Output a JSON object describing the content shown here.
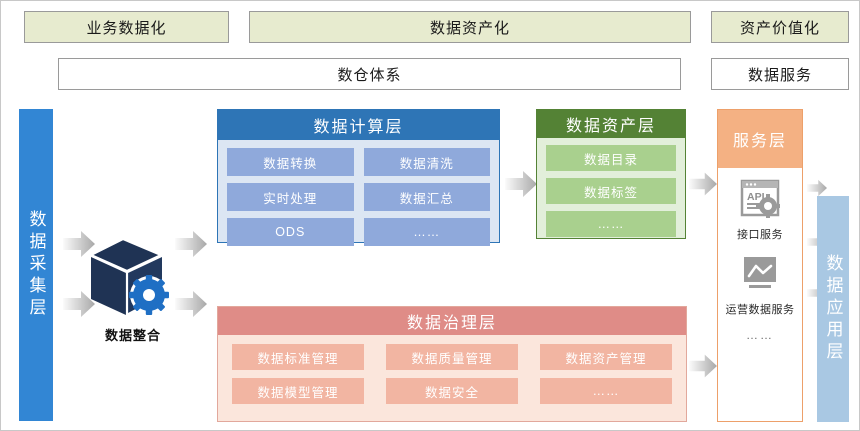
{
  "top_phases": [
    {
      "label": "业务数据化"
    },
    {
      "label": "数据资产化"
    },
    {
      "label": "资产价值化"
    }
  ],
  "second_row": [
    {
      "label": "数仓体系"
    },
    {
      "label": "数据服务"
    }
  ],
  "collect_column": {
    "label": "数据采集层"
  },
  "app_column": {
    "label": "数据应用层"
  },
  "integration": {
    "label": "数据整合",
    "icon": "cube-gear-icon"
  },
  "compute_layer": {
    "title": "数据计算层",
    "cells": [
      "数据转换",
      "数据清洗",
      "实时处理",
      "数据汇总",
      "ODS",
      "……"
    ]
  },
  "asset_layer": {
    "title": "数据资产层",
    "cells": [
      "数据目录",
      "数据标签",
      "……"
    ]
  },
  "governance_layer": {
    "title": "数据治理层",
    "cells": [
      "数据标准管理",
      "数据质量管理",
      "数据资产管理",
      "数据模型管理",
      "数据安全",
      "……"
    ]
  },
  "service_layer": {
    "title": "服务层",
    "items": [
      {
        "icon": "api-window-icon",
        "label": "接口服务"
      },
      {
        "icon": "monitor-chart-icon",
        "label": "运营数据服务"
      }
    ],
    "more": "……"
  },
  "colors": {
    "phase_bg": "#e7ebcf",
    "collect_blue": "#3286d4",
    "app_blue": "#a9c8e3",
    "compute_header": "#2e75b6",
    "compute_body": "#dce6f3",
    "compute_cell": "#8fa9db",
    "asset_header": "#548235",
    "asset_body": "#e2efda",
    "asset_cell": "#a9d08e",
    "gov_header": "#df8c87",
    "gov_body": "#fbe6dc",
    "gov_cell": "#f2b5a2",
    "service_header": "#f4b183",
    "cube_navy": "#1f3354",
    "gear_blue": "#1f6fc4",
    "arrow_gray": "#b9b9b9"
  }
}
